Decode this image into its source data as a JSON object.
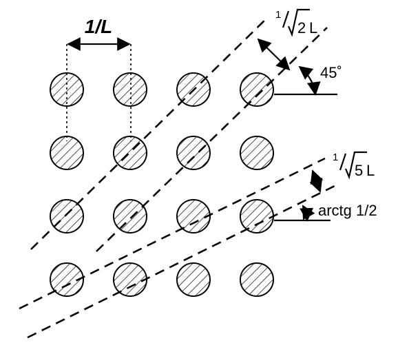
{
  "labels": {
    "spacing": "1/L",
    "diag_numer": "1",
    "diag_sqrt": "2",
    "diag_unit": "L",
    "angle1": "45˚",
    "kn_numer": "1",
    "kn_sqrt": "5",
    "kn_unit": "L",
    "angle2": "arctg 1/2"
  },
  "lattice": {
    "rows": 4,
    "cols": 4
  },
  "colors": {
    "ink": "#000000",
    "background": "#ffffff"
  }
}
